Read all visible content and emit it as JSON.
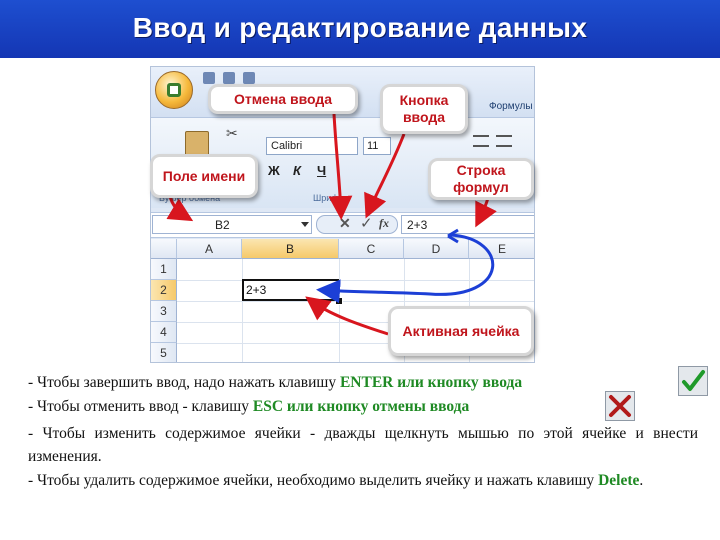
{
  "slide": {
    "title": "Ввод и редактирование данных"
  },
  "excel": {
    "tab_formulas": "Формулы",
    "font_name": "Calibri",
    "font_size": "11",
    "bold_btn": "Ж",
    "italic_btn": "К",
    "underline_btn": "Ч",
    "group_font": "Шрифт",
    "group_clipboard": "Буфер обмена",
    "name_box": "B2",
    "fx_label": "fx",
    "formula_value": "2+3",
    "columns": [
      "A",
      "B",
      "C",
      "D",
      "E"
    ],
    "rows": [
      "1",
      "2",
      "3",
      "4",
      "5"
    ],
    "active_cell_value": "2+3"
  },
  "callouts": {
    "cancel": "Отмена ввода",
    "enter_button": "Кнопка ввода",
    "name_field": "Поле имени",
    "formula_bar": "Строка формул",
    "active_cell": "Активная ячейка"
  },
  "text": {
    "line1_prefix": "- Чтобы завершить ввод, надо нажать клавишу ",
    "line1_highlight": "ENTER или кнопку ввода",
    "line2_prefix": "- Чтобы отменить ввод - клавишу ",
    "line2_highlight": "ESC или кнопку отмены ввода",
    "line3": "- Чтобы изменить содержимое ячейки - дважды щелкнуть мышью по этой ячейке и внести изменения.",
    "line4_prefix": "- Чтобы удалить содержимое ячейки, необходимо выделить ячейку и нажать клавишу ",
    "line4_highlight": "Delete",
    "line4_suffix": "."
  },
  "colors": {
    "title_bg": "#1e4fd0",
    "callout_text": "#c0151c",
    "highlight_green": "#1f8a24",
    "arrow_blue": "#1c3fd6",
    "arrow_red": "#d8161e"
  },
  "icons": {
    "enter": "check-icon",
    "cancel": "cross-icon"
  }
}
